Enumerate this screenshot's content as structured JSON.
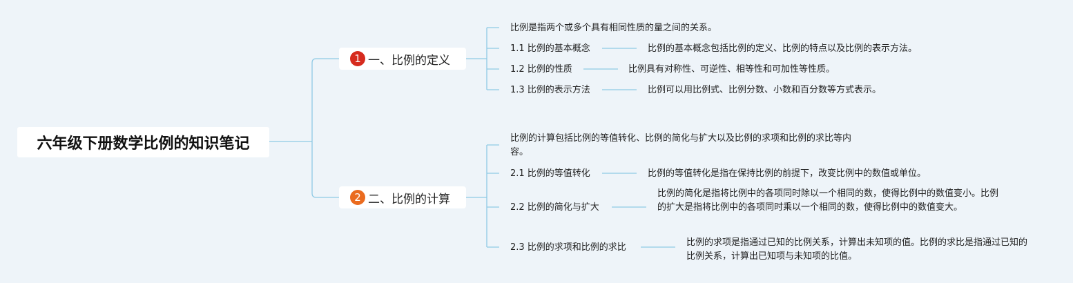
{
  "root": {
    "title": "六年级下册数学比例的知识笔记"
  },
  "branches": [
    {
      "number": "1",
      "color": "#d62b1e",
      "label": "一、比例的定义",
      "summary": "比例是指两个或多个具有相同性质的量之间的关系。",
      "topics": [
        {
          "label": "1.1 比例的基本概念",
          "detail": "比例的基本概念包括比例的定义、比例的特点以及比例的表示方法。"
        },
        {
          "label": "1.2 比例的性质",
          "detail": "比例具有对称性、可逆性、相等性和可加性等性质。"
        },
        {
          "label": "1.3 比例的表示方法",
          "detail": "比例可以用比例式、比例分数、小数和百分数等方式表示。"
        }
      ]
    },
    {
      "number": "2",
      "color": "#ea6b1f",
      "label": "二、比例的计算",
      "summary": "比例的计算包括比例的等值转化、比例的简化与扩大以及比例的求项和比例的求比等内容。",
      "topics": [
        {
          "label": "2.1 比例的等值转化",
          "detail": "比例的等值转化是指在保持比例的前提下，改变比例中的数值或单位。"
        },
        {
          "label": "2.2 比例的简化与扩大",
          "detail": "比例的简化是指将比例中的各项同时除以一个相同的数，使得比例中的数值变小。比例的扩大是指将比例中的各项同时乘以一个相同的数，使得比例中的数值变大。"
        },
        {
          "label": "2.3 比例的求项和比例的求比",
          "detail": "比例的求项是指通过已知的比例关系，计算出未知项的值。比例的求比是指通过已知的比例关系，计算出已知项与未知项的比值。"
        }
      ]
    }
  ],
  "colors": {
    "line": "#8ec9e4",
    "background": "#eef4f9"
  }
}
